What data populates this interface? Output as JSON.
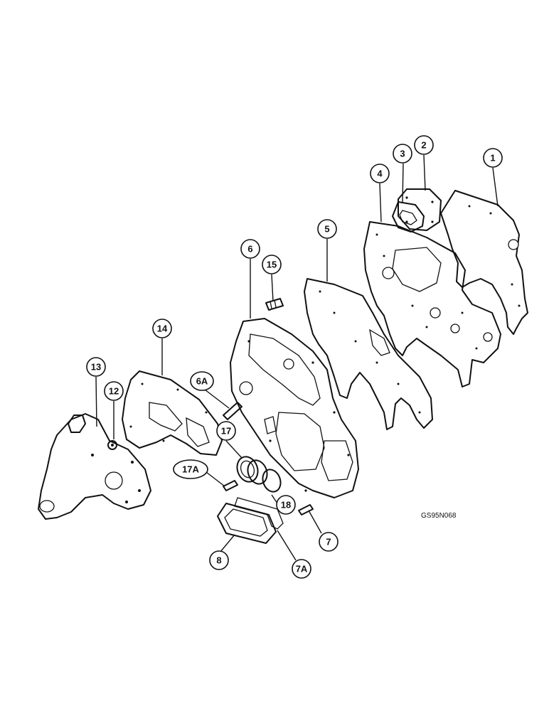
{
  "figure_code": "GS95N068",
  "callouts": {
    "c1": "1",
    "c2": "2",
    "c3": "3",
    "c4": "4",
    "c5": "5",
    "c6": "6",
    "c6a": "6A",
    "c7": "7",
    "c7a": "7A",
    "c8": "8",
    "c12": "12",
    "c13": "13",
    "c14": "14",
    "c15": "15",
    "c17": "17",
    "c17a": "17A",
    "c18": "18"
  }
}
